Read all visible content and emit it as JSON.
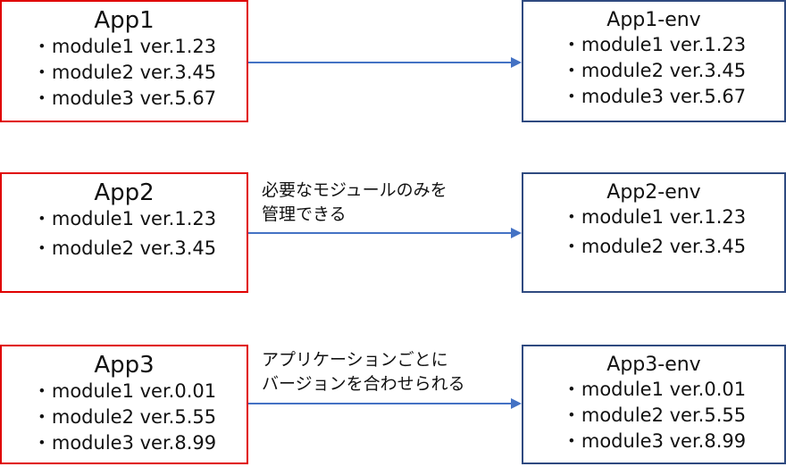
{
  "rows": [
    {
      "app": {
        "title": "App1",
        "modules": [
          "module1 ver.1.23",
          "module2 ver.3.45",
          "module3 ver.5.67"
        ]
      },
      "env": {
        "title": "App1-env",
        "modules": [
          "module1 ver.1.23",
          "module2 ver.3.45",
          "module3 ver.5.67"
        ]
      },
      "note": []
    },
    {
      "app": {
        "title": "App2",
        "modules": [
          "module1 ver.1.23",
          "module2 ver.3.45"
        ]
      },
      "env": {
        "title": "App2-env",
        "modules": [
          "module1 ver.1.23",
          "module2 ver.3.45"
        ]
      },
      "note": [
        "必要なモジュールのみを",
        "管理できる"
      ]
    },
    {
      "app": {
        "title": "App3",
        "modules": [
          "module1 ver.0.01",
          "module2 ver.5.55",
          "module3 ver.8.99"
        ]
      },
      "env": {
        "title": "App3-env",
        "modules": [
          "module1 ver.0.01",
          "module2 ver.5.55",
          "module3 ver.8.99"
        ]
      },
      "note": [
        "アプリケーションごとに",
        "バージョンを合わせられる"
      ]
    }
  ],
  "bullet": "・",
  "colors": {
    "app_border": "#e00000",
    "env_border": "#2f4a80",
    "arrow": "#4472c4"
  }
}
